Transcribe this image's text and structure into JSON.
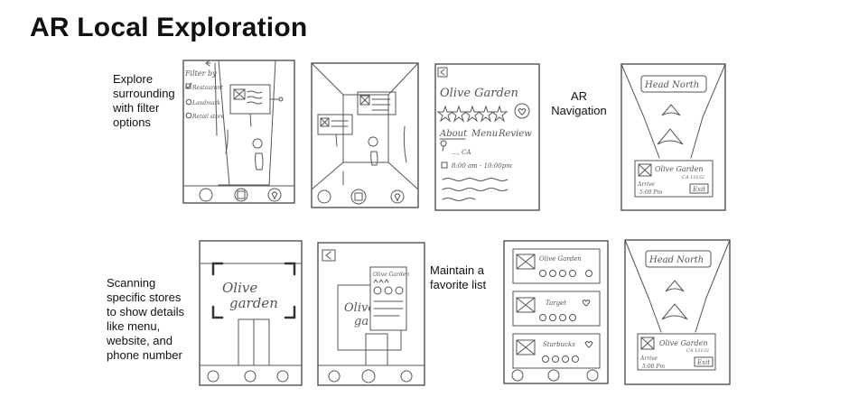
{
  "page": {
    "title": "AR Local Exploration"
  },
  "captions": {
    "explore": "Explore\nsurrounding\nwith filter\noptions",
    "ar_navigation": "AR\nNavigation",
    "scanning": "Scanning\nspecific stores\nto show details\nlike menu,\nwebsite, and\nphone number",
    "favorite": "Maintain a\nfavorite list"
  },
  "sketch_text": {
    "filter_by": "Filter by",
    "filter_restaurant": "Restaurant",
    "filter_landmark": "Landmark",
    "filter_retail": "Retail store",
    "store_name": "Olive Garden",
    "tab_about": "About",
    "tab_menu": "Menu",
    "tab_review": "Review",
    "address": "..., CA",
    "hours": "8:00 am - 10:00pm",
    "head_north": "Head North",
    "nav_store": "Olive Garden",
    "nav_state": "CA 12132",
    "arrive": "Arrive",
    "arrive_time": "5:00 Pm",
    "exit": "Exit",
    "scan_olive": "Olive",
    "scan_garden": "garden",
    "fav_1": "Olive Garden",
    "fav_2": "Target",
    "fav_3": "Starbucks",
    "popup_title": "Olive Garden"
  }
}
